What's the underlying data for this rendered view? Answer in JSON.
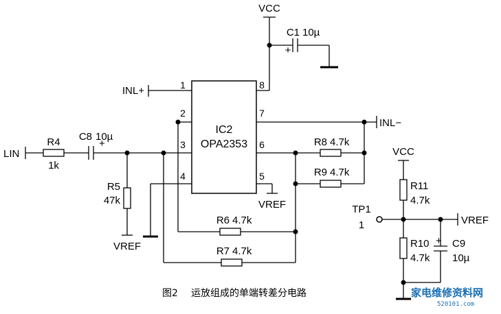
{
  "ic": {
    "ref": "IC2",
    "part": "OPA2353",
    "pins": [
      "1",
      "2",
      "3",
      "4",
      "5",
      "6",
      "7",
      "8"
    ]
  },
  "nets": {
    "vcc_top": "VCC",
    "vcc_right": "VCC",
    "inl_plus": "INL+",
    "inl_minus": "INL−",
    "lin": "LIN",
    "vref_r5": "VREF",
    "vref_pin5": "VREF",
    "vref_right": "VREF"
  },
  "components": {
    "c1": {
      "ref": "C1",
      "value": "10µ"
    },
    "c8": {
      "ref": "C8",
      "value": "10µ"
    },
    "c9": {
      "ref": "C9",
      "value": "10µ"
    },
    "r4": {
      "ref": "R4",
      "value": "1k"
    },
    "r5": {
      "ref": "R5",
      "value": "47k"
    },
    "r6": {
      "ref": "R6",
      "value": "4.7k"
    },
    "r7": {
      "ref": "R7",
      "value": "4.7k"
    },
    "r8": {
      "ref": "R8",
      "value": "4.7k"
    },
    "r9": {
      "ref": "R9",
      "value": "4.7k"
    },
    "r10": {
      "ref": "R10",
      "value": "4.7k"
    },
    "r11": {
      "ref": "R11",
      "value": "4.7k"
    }
  },
  "polarity": "+",
  "testpoint": {
    "ref": "TP1",
    "pin": "1"
  },
  "caption": {
    "fig": "图2",
    "text": "运放组成的单端转差分电路"
  },
  "watermark": {
    "text": "家电维修资料网",
    "url": "520101.com"
  }
}
